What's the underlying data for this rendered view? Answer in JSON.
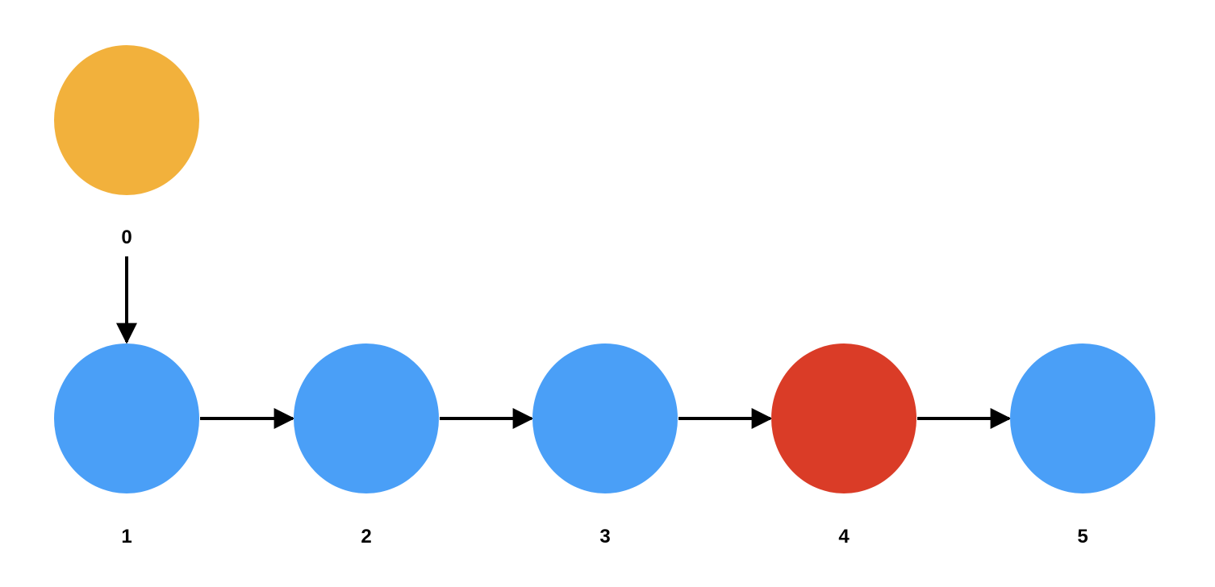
{
  "diagram": {
    "nodes": [
      {
        "id": "0",
        "label": "0",
        "color": "#F2B13C",
        "role": "head"
      },
      {
        "id": "1",
        "label": "1",
        "color": "#4A9FF7"
      },
      {
        "id": "2",
        "label": "2",
        "color": "#4A9FF7"
      },
      {
        "id": "3",
        "label": "3",
        "color": "#4A9FF7"
      },
      {
        "id": "4",
        "label": "4",
        "color": "#DA3C27"
      },
      {
        "id": "5",
        "label": "5",
        "color": "#4A9FF7"
      }
    ],
    "edges": [
      {
        "from": "0",
        "to": "1"
      },
      {
        "from": "1",
        "to": "2"
      },
      {
        "from": "2",
        "to": "3"
      },
      {
        "from": "3",
        "to": "4"
      },
      {
        "from": "4",
        "to": "5"
      }
    ],
    "edge_color": "#000000"
  }
}
